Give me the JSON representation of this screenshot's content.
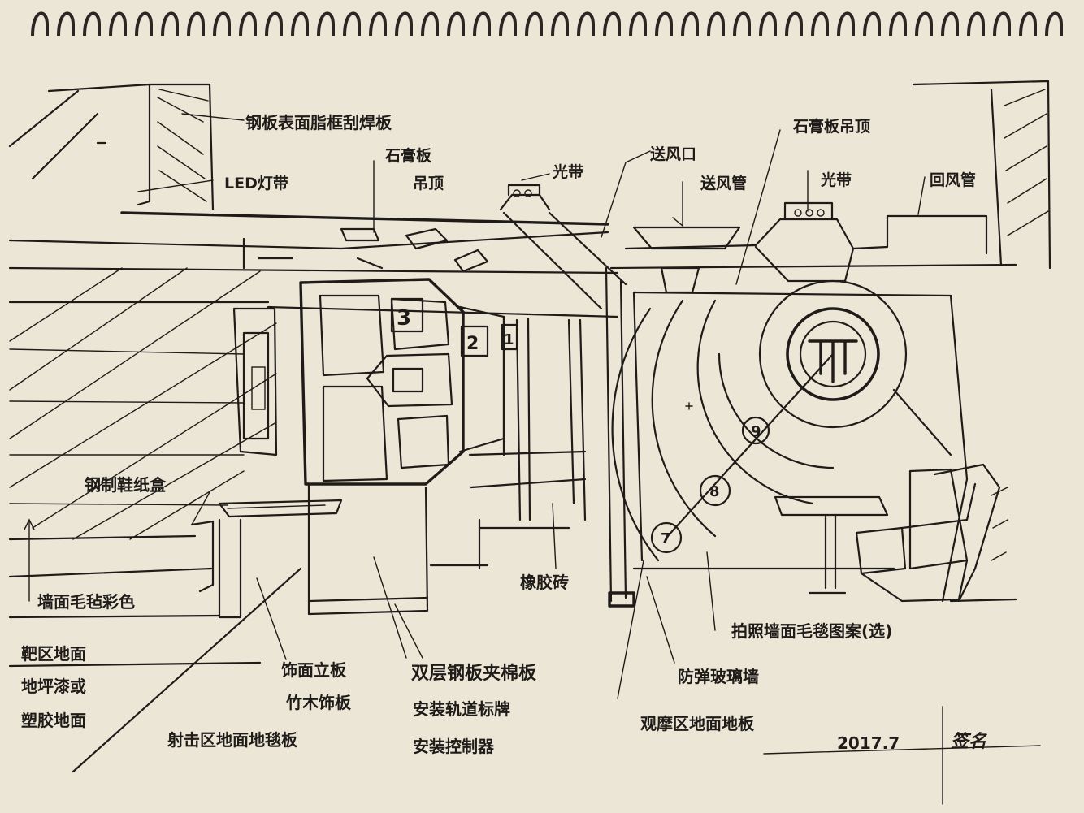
{
  "labels": {
    "steel_plate_surface": "钢板表面脂框刮焊板",
    "led_strip": "LED灯带",
    "gypsum_ceiling": "石膏板",
    "gypsum_ceiling_line2": "吊顶",
    "light_strip_1": "光带",
    "supply_vent": "送风口",
    "gypsum_ceiling_right": "石膏板吊顶",
    "supply_duct": "送风管",
    "light_strip_2": "光带",
    "return_duct": "回风管",
    "steel_box": "钢制鞋纸盒",
    "rubber_tile": "橡胶砖",
    "wall_coating_left": "墙面毛毡彩色",
    "floor_line1": "靶区地面",
    "floor_line2": "地坪漆或",
    "floor_line3": "塑胶地面",
    "veneer_panel_line1": "饰面立板",
    "veneer_panel_line2": "竹木饰板",
    "double_steel_line1": "双层钢板夹棉板",
    "double_steel_line2": "安装轨道标牌",
    "double_steel_line3": "安装控制器",
    "shooting_floor": "射击区地面地毯板",
    "bulletproof_glass": "防弹玻璃墙",
    "observation_floor": "观摩区地面地板",
    "wall_painting": "拍照墙面毛毯图案(选)",
    "date": "2017.7",
    "signature": "签名"
  },
  "numbers": {
    "lane_3": "3",
    "lane_2": "2",
    "lane_1": "1",
    "target_9": "9",
    "target_8": "8",
    "target_7": "7"
  }
}
